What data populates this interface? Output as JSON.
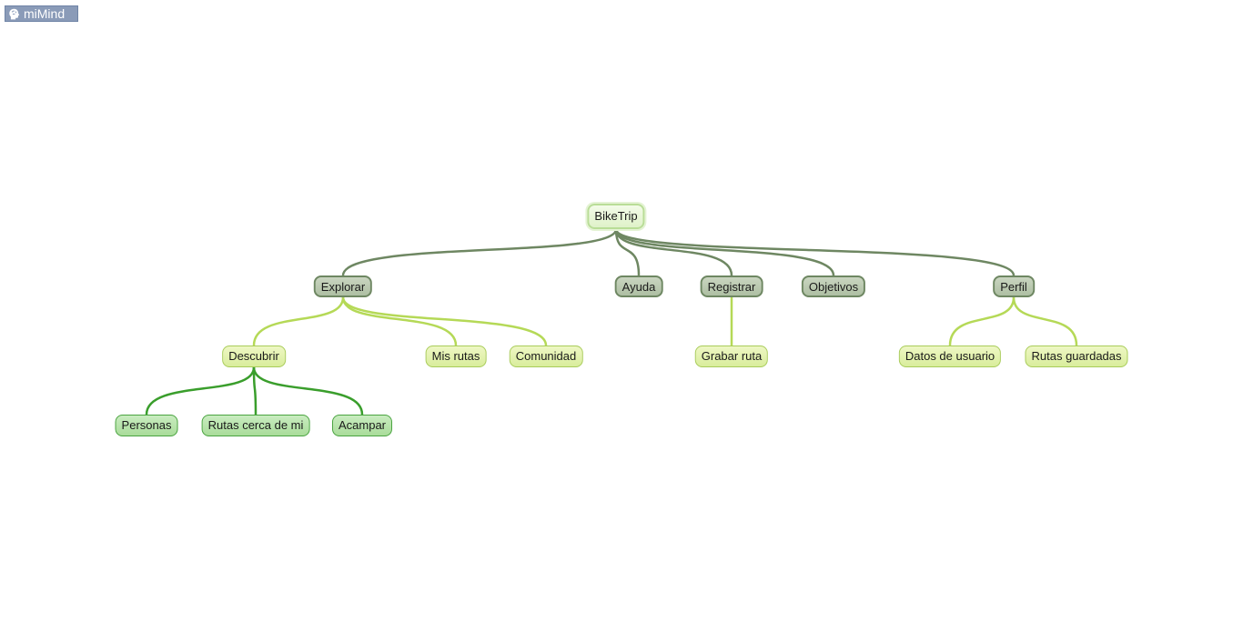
{
  "app": {
    "logo_text": "miMind",
    "logo_icon": "head-brain-icon"
  },
  "colors": {
    "level1_link": "#6e8762",
    "level2_link": "#b5d957",
    "level3_link": "#3a9e2c"
  },
  "diagram": {
    "root": {
      "label": "BikeTrip",
      "children": [
        {
          "label": "Explorar",
          "children": [
            {
              "label": "Descubrir",
              "children": [
                {
                  "label": "Personas"
                },
                {
                  "label": "Rutas cerca de mi"
                },
                {
                  "label": "Acampar"
                }
              ]
            },
            {
              "label": "Mis rutas"
            },
            {
              "label": "Comunidad"
            }
          ]
        },
        {
          "label": "Ayuda"
        },
        {
          "label": "Registrar",
          "children": [
            {
              "label": "Grabar ruta"
            }
          ]
        },
        {
          "label": "Objetivos"
        },
        {
          "label": "Perfil",
          "children": [
            {
              "label": "Datos de usuario"
            },
            {
              "label": "Rutas guardadas"
            }
          ]
        }
      ]
    }
  }
}
